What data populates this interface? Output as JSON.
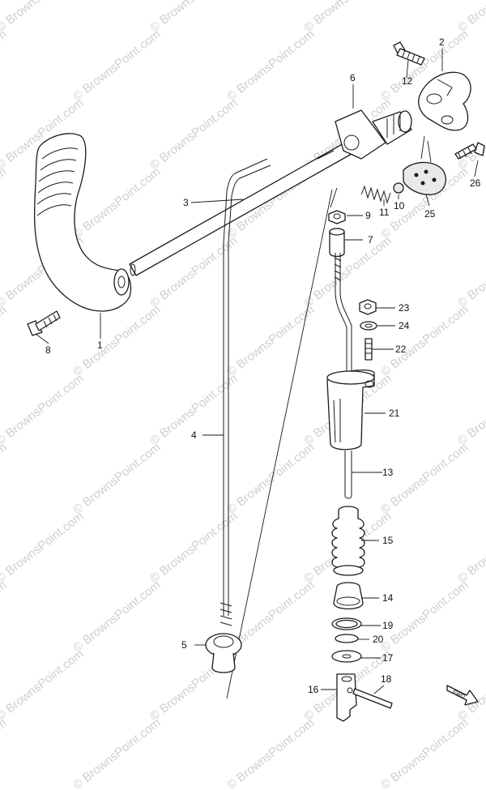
{
  "watermark": {
    "text": "© BrownsPoint.com"
  },
  "callouts": {
    "p1": "1",
    "p2": "2",
    "p3": "3",
    "p4": "4",
    "p5": "5",
    "p6": "6",
    "p7": "7",
    "p8": "8",
    "p9": "9",
    "p10": "10",
    "p11": "11",
    "p12": "12",
    "p13": "13",
    "p14": "14",
    "p15": "15",
    "p16": "16",
    "p17": "17",
    "p18": "18",
    "p19": "19",
    "p20": "20",
    "p21": "21",
    "p22": "22",
    "p23": "23",
    "p24": "24",
    "p25": "25",
    "p26": "26"
  },
  "fwd_label": "FWD",
  "icons": {
    "direction": "fwd-arrow-icon"
  }
}
